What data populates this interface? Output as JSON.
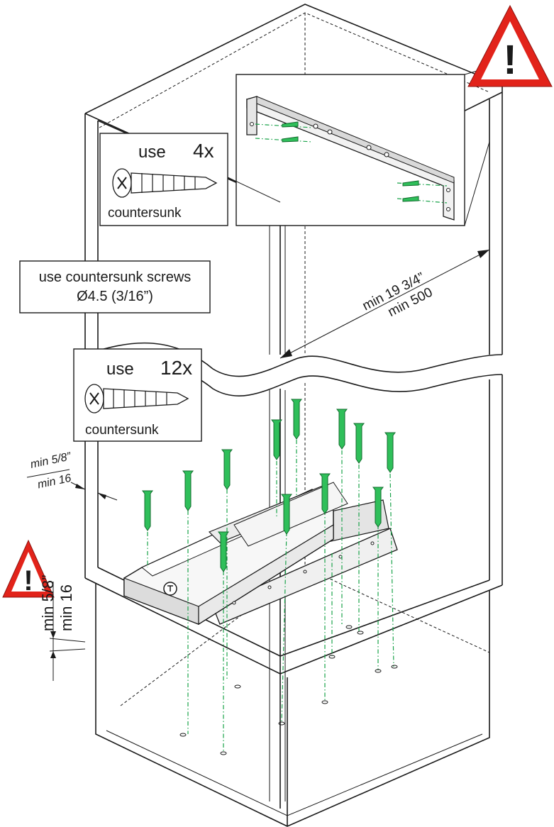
{
  "callouts": {
    "screw_top": {
      "use": "use",
      "qty": "4x",
      "type": "countersunk"
    },
    "screw_bottom": {
      "use": "use",
      "qty": "12x",
      "type": "countersunk"
    },
    "note": {
      "line1": "use countersunk screws",
      "line2": "Ø4.5 (3/16”)"
    }
  },
  "dimensions": {
    "depth": {
      "imperial": "min 19 3/4”",
      "metric": "min 500"
    },
    "side_gap": {
      "imperial": "min 5/8”",
      "metric": "min 16"
    },
    "bottom_gap": {
      "imperial": "min 5/8”",
      "metric": "min 16"
    }
  },
  "warning": {
    "symbol": "!"
  },
  "colors": {
    "screw_green": "#2fbf5a",
    "warning_red": "#e2231a",
    "line": "#1a1a1a"
  }
}
